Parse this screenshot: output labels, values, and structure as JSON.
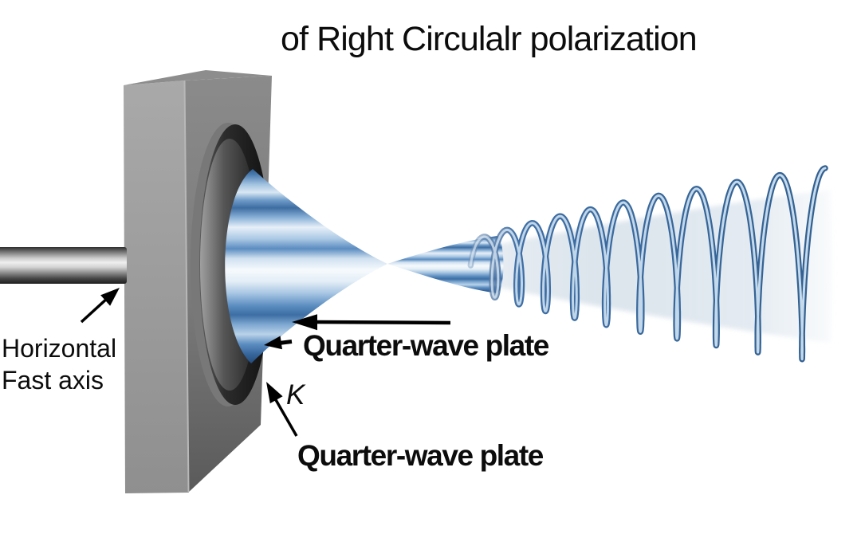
{
  "figure": {
    "title": "of Right Circulalr polarization",
    "labels": {
      "fast_axis_line1": "Horizontal",
      "fast_axis_line2": "Fast axis",
      "qwp_upper": "Quarter-wave plate",
      "wave_vector": "K",
      "qwp_lower": "Quarter-wave plate"
    },
    "colors": {
      "background": "#ffffff",
      "text": "#0c0c0c",
      "beam_blue": "#4a7cb0",
      "beam_dark_blue": "#2b5384",
      "beam_highlight": "#f6fafd",
      "pale_cone": "#d9e2ea",
      "plate_front": "#9c9c9c",
      "plate_side": "#7a7a7a",
      "aperture_ring": "#1a1a1a",
      "rod_highlight": "#efefef",
      "arrow": "#000000"
    }
  }
}
